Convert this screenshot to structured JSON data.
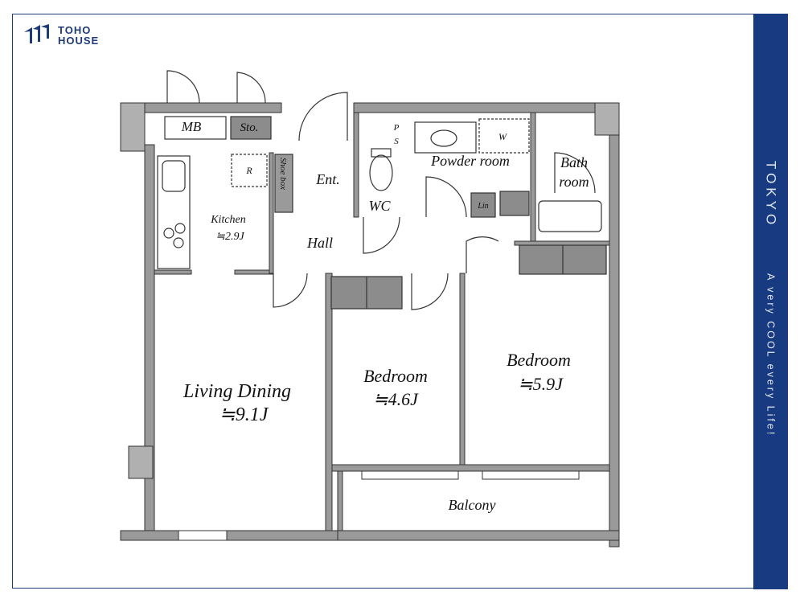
{
  "brand": {
    "name_line1": "TOHO",
    "name_line2": "HOUSE"
  },
  "sidebar": {
    "city": "TOKYO",
    "tagline": "A very COOL every Life!"
  },
  "colors": {
    "brand": "#173a80",
    "wall": "#9a9a9a",
    "storage": "#8c8c8c"
  },
  "rooms": {
    "mb": "MB",
    "sto": "Sto.",
    "r": "R",
    "shoe_box": "Shoe box",
    "ent": "Ent.",
    "kitchen": "Kitchen",
    "kitchen_size": "≒2.9J",
    "hall": "Hall",
    "wc": "WC",
    "ps_p": "P",
    "ps_s": "S",
    "powder_room": "Powder room",
    "w": "W",
    "bath_1": "Bath",
    "bath_2": "room",
    "lin": "Lin",
    "living": "Living Dining",
    "living_size": "≒9.1J",
    "bedroom1": "Bedroom",
    "bedroom1_size": "≒4.6J",
    "bedroom2": "Bedroom",
    "bedroom2_size": "≒5.9J",
    "balcony": "Balcony"
  }
}
